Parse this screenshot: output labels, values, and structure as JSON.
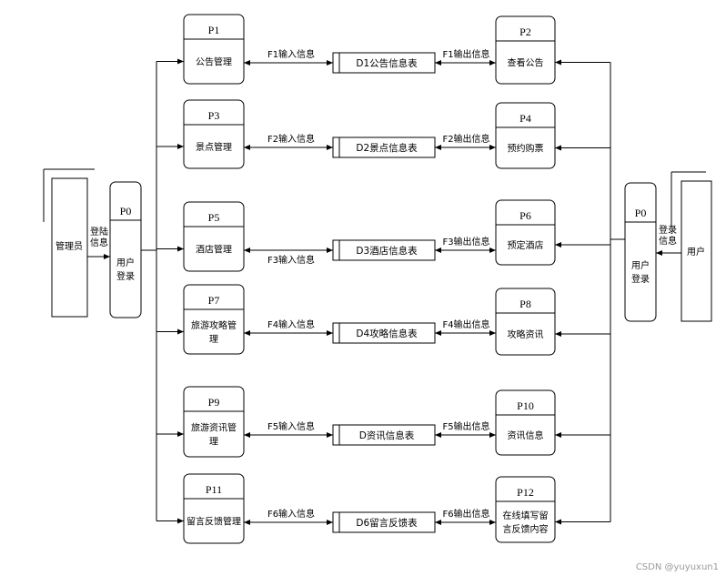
{
  "admin": {
    "name": "管理员",
    "login_flow": [
      "登陆",
      "信息"
    ]
  },
  "user": {
    "name": "用户",
    "login_flow": [
      "登录",
      "信息"
    ]
  },
  "left_login": {
    "id": "P0",
    "label": [
      "用户",
      "登录"
    ]
  },
  "right_login": {
    "id": "P0",
    "label": [
      "用户",
      "登录"
    ]
  },
  "rows": [
    {
      "left": {
        "id": "P1",
        "label": [
          "公告管理"
        ]
      },
      "in_flow": "F1输入信息",
      "store": "D1公告信息表",
      "out_flow": "F1输出信息",
      "right": {
        "id": "P2",
        "label": [
          "查看公告"
        ]
      }
    },
    {
      "left": {
        "id": "P3",
        "label": [
          "景点管理"
        ]
      },
      "in_flow": "F2输入信息",
      "store": "D2景点信息表",
      "out_flow": "F2输出信息",
      "right": {
        "id": "P4",
        "label": [
          "预约购票"
        ]
      }
    },
    {
      "left": {
        "id": "P5",
        "label": [
          "酒店管理"
        ]
      },
      "in_flow": "F3输入信息",
      "store": "D3酒店信息表",
      "out_flow": "F3输出信息",
      "right": {
        "id": "P6",
        "label": [
          "预定酒店"
        ]
      }
    },
    {
      "left": {
        "id": "P7",
        "label": [
          "旅游攻略管",
          "理"
        ]
      },
      "in_flow": "F4输入信息",
      "store": "D4攻略信息表",
      "out_flow": "F4输出信息",
      "right": {
        "id": "P8",
        "label": [
          "攻略资讯"
        ]
      }
    },
    {
      "left": {
        "id": "P9",
        "label": [
          "旅游资讯管",
          "理"
        ]
      },
      "in_flow": "F5输入信息",
      "store": "D资讯信息表",
      "out_flow": "F5输出信息",
      "right": {
        "id": "P10",
        "label": [
          "资讯信息"
        ]
      }
    },
    {
      "left": {
        "id": "P11",
        "label": [
          "留言反馈管理"
        ]
      },
      "in_flow": "F6输入信息",
      "store": "D6留言反馈表",
      "out_flow": "F6输出信息",
      "right": {
        "id": "P12",
        "label": [
          "在线填写留",
          "言反馈内容"
        ]
      }
    }
  ],
  "watermark": "CSDN @yuyuxun1"
}
